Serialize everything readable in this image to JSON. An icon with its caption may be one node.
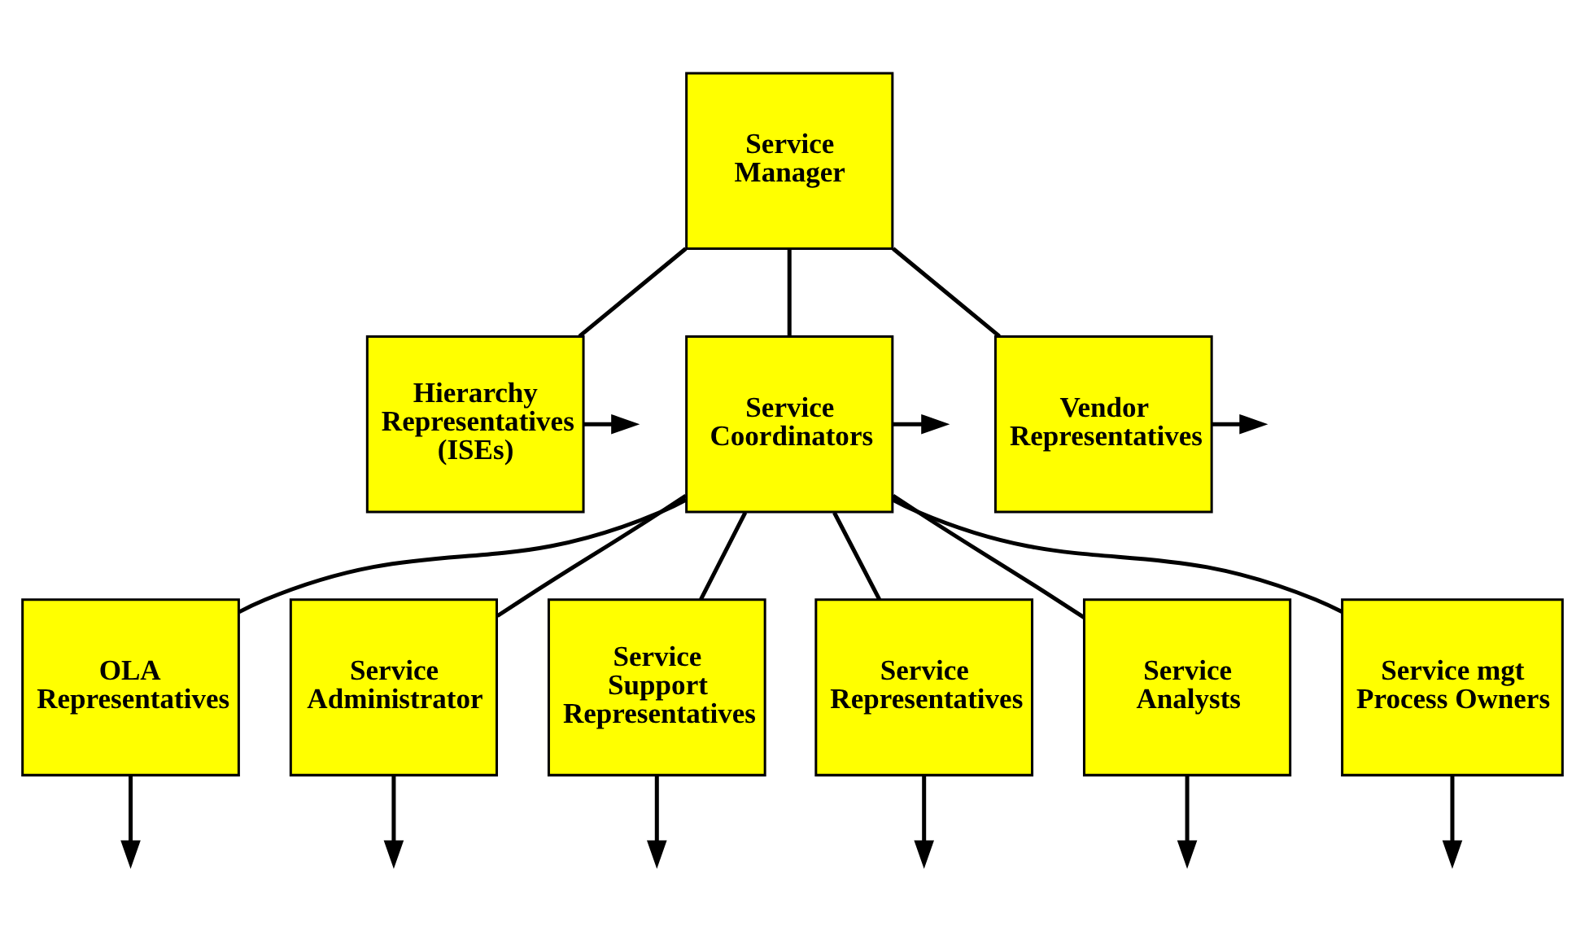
{
  "diagram": {
    "nodes": [
      {
        "text": [
          "Service Manager"
        ]
      },
      {
        "text": [
          "Hierarchy Representatives (ISEs)"
        ]
      },
      {
        "text": [
          "Vendor Representatives"
        ]
      },
      {
        "text": [
          "Service Coordinators"
        ]
      },
      {
        "text": [
          "OLA Representatives"
        ]
      },
      {
        "text": [
          "Service Administrator"
        ]
      },
      {
        "text": [
          "Service Support Representatives"
        ]
      },
      {
        "text": [
          "Service Representatives"
        ]
      },
      {
        "text": [
          "Service Analysts"
        ]
      },
      {
        "text": [
          "Service mgt Process Owners"
        ]
      }
    ],
    "edges": [
      {
        "from": 0,
        "to": 1,
        "arrow": "none"
      },
      {
        "from": 0,
        "to": 2,
        "arrow": "none"
      },
      {
        "from": 0,
        "to": 3,
        "arrow": "none"
      },
      {
        "from": 1,
        "to": null,
        "arrow": "to"
      },
      {
        "from": 2,
        "to": null,
        "arrow": "to"
      },
      {
        "from": 3,
        "to": null,
        "arrow": "to"
      },
      {
        "from": 3,
        "to": 4,
        "arrow": "none"
      },
      {
        "from": 3,
        "to": 5,
        "arrow": "none"
      },
      {
        "from": 3,
        "to": 6,
        "arrow": "none"
      },
      {
        "from": 3,
        "to": 7,
        "arrow": "none"
      },
      {
        "from": 3,
        "to": 8,
        "arrow": "none"
      },
      {
        "from": 3,
        "to": 9,
        "arrow": "none"
      },
      {
        "from": 4,
        "to": null,
        "arrow": "to"
      },
      {
        "from": 5,
        "to": null,
        "arrow": "to"
      },
      {
        "from": 6,
        "to": null,
        "arrow": "to"
      },
      {
        "from": 7,
        "to": null,
        "arrow": "to"
      },
      {
        "from": 8,
        "to": null,
        "arrow": "to"
      },
      {
        "from": 9,
        "to": null,
        "arrow": "to"
      }
    ]
  }
}
